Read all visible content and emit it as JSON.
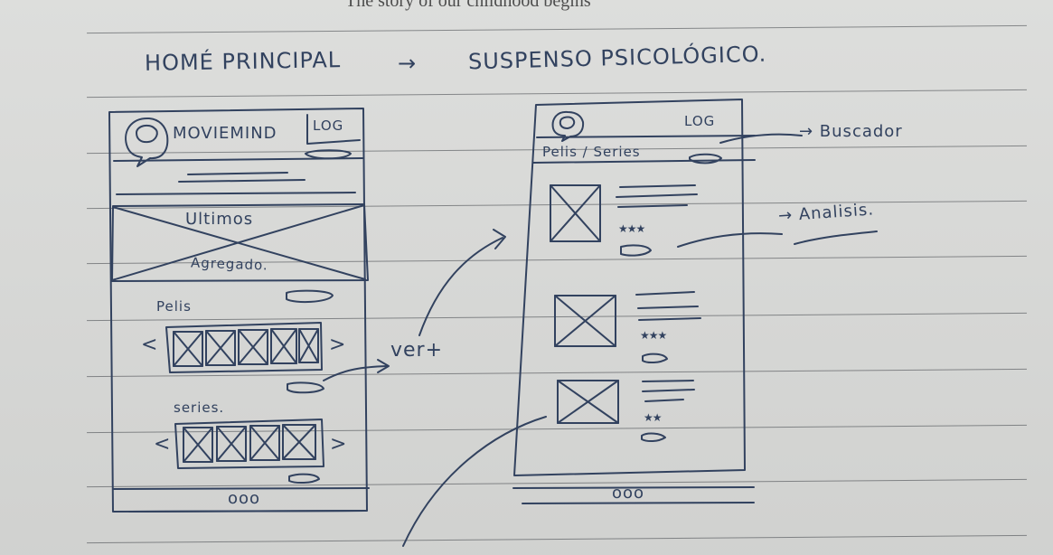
{
  "top_cut_text": "The story of our childhood begins",
  "heading": {
    "left": "HOMÉ PRINCIPAL",
    "arrow": "→",
    "right": "SUSPENSO PSICOLÓGICO."
  },
  "left_screen": {
    "brand": "MOVIEMIND",
    "login": "LOG",
    "banner_top": "Ultimos",
    "banner_bottom": "Agregado.",
    "pelis": "Pelis",
    "series": "series.",
    "carousel_left": "<",
    "carousel_right": ">",
    "footer_dots": "ooo"
  },
  "right_screen": {
    "login": "LOG",
    "tabs": "Pelis / Series",
    "stars_1": "★★★",
    "stars_2": "★★★",
    "stars_3": "★★",
    "footer_dots": "ooo"
  },
  "annotations": {
    "ver_mas": "ver+",
    "buscador": "→ Buscador",
    "analisis": "→ Analisis."
  },
  "colors": {
    "paper": "#d9dad8",
    "ink": "#32425f",
    "line": "#3d3f45"
  }
}
